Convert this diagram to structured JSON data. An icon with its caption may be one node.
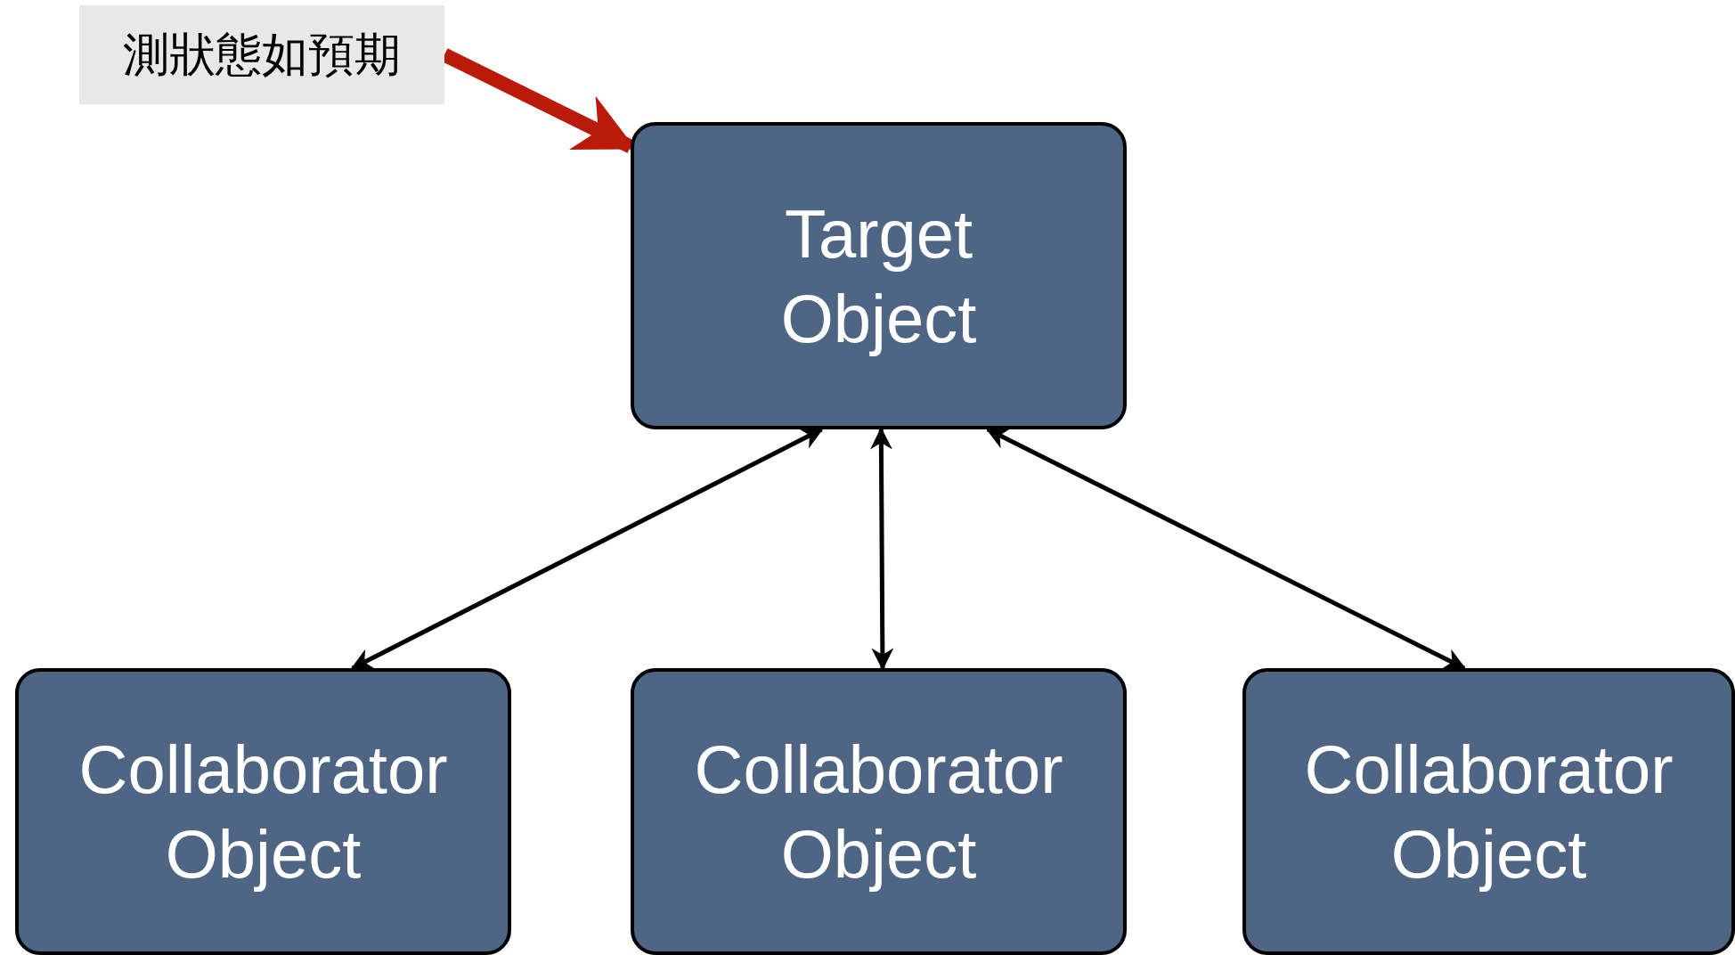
{
  "diagram": {
    "nodes": [
      {
        "text": [
          "測狀態如預期"
        ]
      },
      {
        "text": [
          "Target Object"
        ]
      },
      {
        "text": [
          "Collaborator Object"
        ]
      },
      {
        "text": [
          "Collaborator Object"
        ]
      },
      {
        "text": [
          "Collaborator Object"
        ]
      }
    ],
    "edges": [
      {
        "from": 0,
        "to": 1,
        "arrow": "to",
        "style": "thick",
        "color": "#bb1a0a"
      },
      {
        "from": 1,
        "to": 2,
        "arrow": "both"
      },
      {
        "from": 1,
        "to": 3,
        "arrow": "both"
      },
      {
        "from": 1,
        "to": 4,
        "arrow": "both"
      }
    ]
  }
}
